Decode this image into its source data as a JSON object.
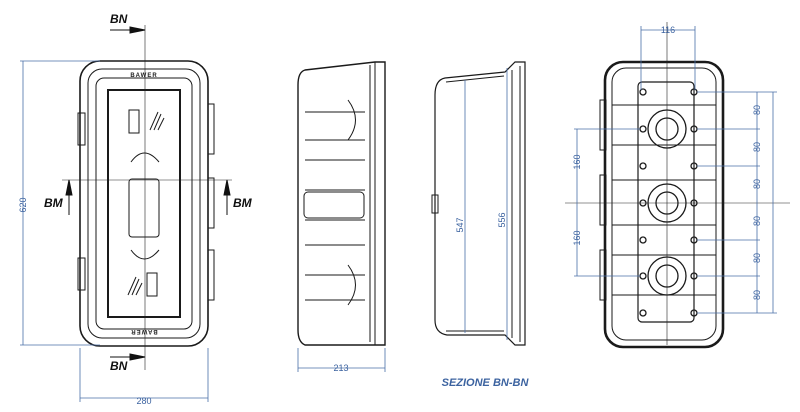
{
  "front_view": {
    "section_top": "BN",
    "section_bottom": "BN",
    "section_left": "BM",
    "section_right": "BM",
    "brand_top": "BAWER",
    "brand_bottom": "BAWER",
    "dim_height": "620",
    "dim_width": "280"
  },
  "side_view": {
    "dim_depth": "213"
  },
  "section_view": {
    "dim_inner": "547",
    "dim_outer": "556",
    "caption": "SEZIONE BN-BN"
  },
  "back_view": {
    "dim_hole_spacing": "116",
    "dims_right": [
      "80",
      "80",
      "80",
      "80",
      "80",
      "80"
    ],
    "dims_left": [
      "160",
      "160"
    ]
  },
  "colors": {
    "dimension": "#3c63a0",
    "line": "#1a1a1a"
  }
}
